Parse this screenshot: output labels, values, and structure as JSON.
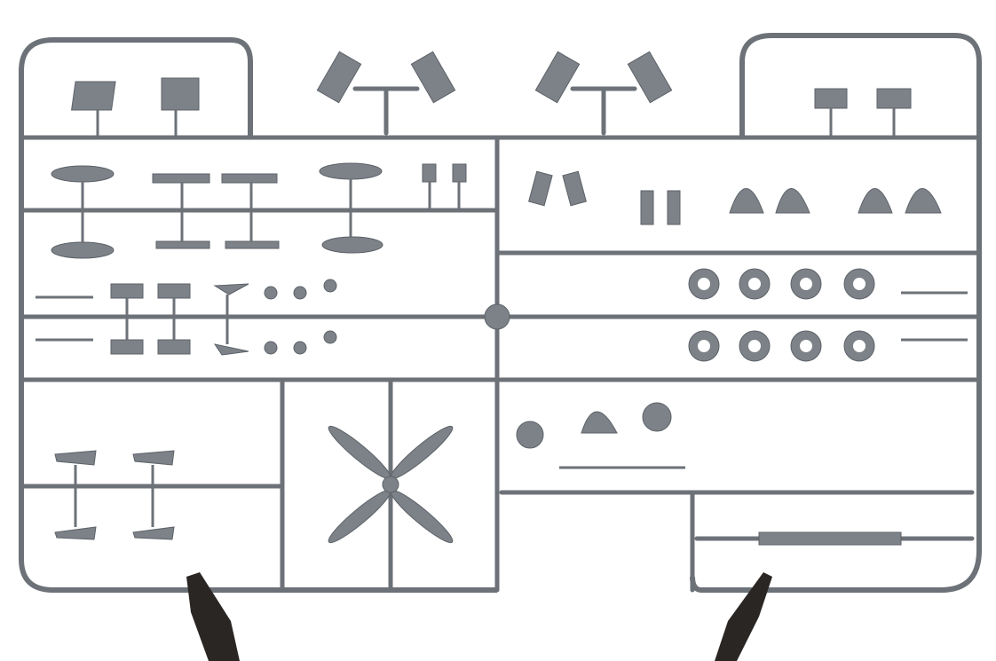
{
  "photo": {
    "subject": "plastic-model-sprue",
    "colors": {
      "background": "#ffffff",
      "plastic": "#7c8288",
      "runner": "#6c7278",
      "stand": "#2a2624"
    },
    "wheel_count": 8,
    "propeller_blades": 4
  }
}
